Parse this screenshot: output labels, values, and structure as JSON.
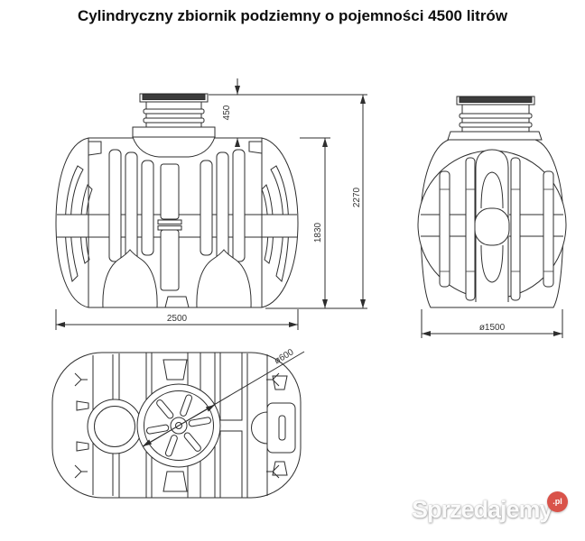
{
  "title": "Cylindryczny zbiornik podziemny o pojemności 4500 litrów",
  "drawing": {
    "description": "three-view technical drawing of cylindrical underground tank",
    "dims": {
      "d450": "450",
      "d1830": "1830",
      "d2270": "2270",
      "d2500": "2500",
      "d1500": "ø1500",
      "d600": "ø600"
    }
  },
  "watermark": {
    "brand": "Sprzedajemy",
    "tld_badge": ".pl"
  },
  "colors": {
    "line": "#2e2e2e",
    "dimension_text": "#343434",
    "lid_fill": "#3c3c3c",
    "badge_red": "#d9534a",
    "watermark_text": "#fbfbfb",
    "background": "#ffffff"
  }
}
